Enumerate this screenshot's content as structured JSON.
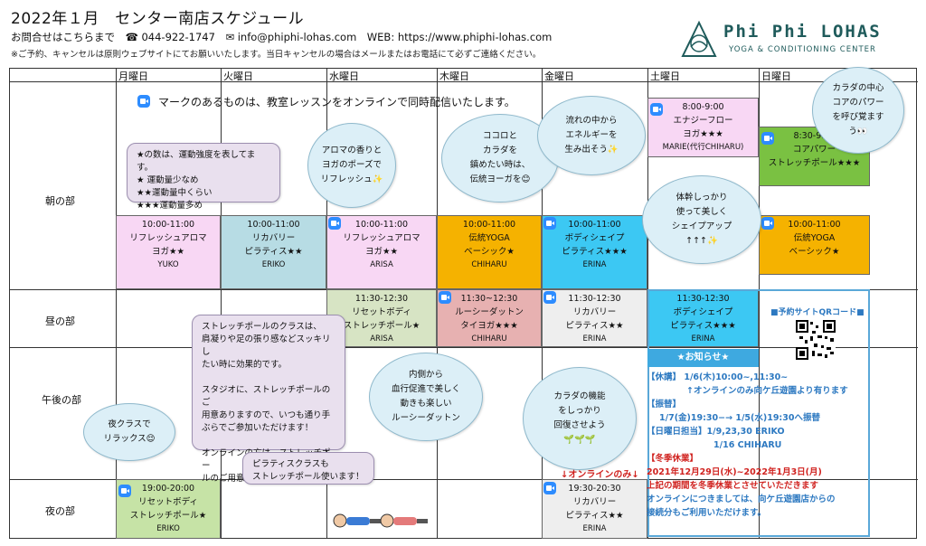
{
  "header": {
    "title": "2022年１月　センター南店スケジュール",
    "contact": "お問合せはこちらまで　☎ 044-922-1747　✉ info@phiphi-lohas.com　WEB: https://www.phiphi-lohas.com",
    "note": "※ご予約、キャンセルは原則ウェブサイトにてお願いいたします。当日キャンセルの場合はメールまたはお電話にて必ずご連絡ください。"
  },
  "logo": {
    "name": "Phi Phi LOHAS",
    "subtitle": "YOGA & CONDITIONING CENTER"
  },
  "days": [
    "月曜日",
    "火曜日",
    "水曜日",
    "木曜日",
    "金曜日",
    "土曜日",
    "日曜日"
  ],
  "rows": [
    "朝の部",
    "昼の部",
    "午後の部",
    "夜の部"
  ],
  "online_notice": "マークのあるものは、教室レッスンをオンラインで同時配信いたします。",
  "classes": {
    "mon_am": {
      "time": "10:00-11:00",
      "l1": "リフレッシュアロマ",
      "l2": "ヨガ★★",
      "ins": "YUKO"
    },
    "tue_am": {
      "time": "10:00-11:00",
      "l1": "リカバリー",
      "l2": "ピラティス★★",
      "ins": "ERIKO"
    },
    "wed_am": {
      "time": "10:00-11:00",
      "l1": "リフレッシュアロマ",
      "l2": "ヨガ★★",
      "ins": "ARISA"
    },
    "thu_am": {
      "time": "10:00-11:00",
      "l1": "伝統YOGA",
      "l2": "ベーシック★",
      "ins": "CHIHARU"
    },
    "fri_am": {
      "time": "10:00-11:00",
      "l1": "ボディシェイプ",
      "l2": "ピラティス★★★",
      "ins": "ERINA"
    },
    "sat_early": {
      "time": "8:00-9:00",
      "l1": "エナジーフロー",
      "l2": "ヨガ★★★",
      "ins": "MARIE(代行CHIHARU)"
    },
    "sun_early": {
      "time": "8:30-9:30",
      "l1": "コアパワー",
      "l2": "ストレッチポール★★★",
      "ins": ""
    },
    "sun_am": {
      "time": "10:00-11:00",
      "l1": "伝統YOGA",
      "l2": "ベーシック★",
      "ins": ""
    },
    "wed_noon": {
      "time": "11:30-12:30",
      "l1": "リセットボディ",
      "l2": "ストレッチポール★",
      "ins": "ARISA"
    },
    "thu_noon": {
      "time": "11:30~12:30",
      "l1": "ルーシーダットン",
      "l2": "タイヨガ★★★",
      "ins": "CHIHARU"
    },
    "fri_noon": {
      "time": "11:30-12:30",
      "l1": "リカバリー",
      "l2": "ピラティス★★",
      "ins": "ERINA"
    },
    "sat_noon": {
      "time": "11:30-12:30",
      "l1": "ボディシェイプ",
      "l2": "ピラティス★★★",
      "ins": "ERINA"
    },
    "mon_eve": {
      "time": "19:00-20:00",
      "l1": "リセットボディ",
      "l2": "ストレッチポール★",
      "ins": "ERIKO"
    },
    "fri_eve": {
      "time": "19:30-20:30",
      "l1": "リカバリー",
      "l2": "ピラティス★★",
      "ins": "ERINA"
    }
  },
  "bubbles": {
    "aroma": "アロマの香りと\nヨガのポーズで\nリフレッシュ✨",
    "kokoro": "ココロと\nカラダを\n鎮めたい時は、\n伝統ヨーガを😊",
    "flow": "流れの中から\nエネルギーを\n生み出そう✨",
    "core": "カラダの中心\nコアのパワー\nを呼び覚ます\nう👀",
    "taikan": "体幹しっかり\n使って美しく\nシェイプアップ\n↑↑↑✨",
    "ruesi": "内側から\n血行促進で美しく\n動きも楽しい\nルーシーダットン",
    "recovery": "カラダの機能\nをしっかり\n回復させよう\n🌱🌱🌱",
    "night": "夜クラスで\nリラックス😌"
  },
  "boxes": {
    "stars": "★の数は、運動強度を表してます。\n★ 運動量少なめ\n★★運動量中くらい\n★★★運動量多め",
    "pole": "ストレッチポールのクラスは、\n肩凝りや足の張り感などスッキリし\nたい時に効果的です。\n\nスタジオに、ストレッチポールのご\n用意ありますので、いつも通り手\nぶらでご参加いただけます！\n\nオンラインの方は、ストレッチポー\nルのご用意お願いいたします。",
    "pilates": "ピラティスクラスも\nストレッチポール使います！"
  },
  "qr_label": "■予約サイトQRコード■",
  "online_only": "↓オンラインのみ↓",
  "notice": {
    "title": "★お知らせ★",
    "kyuko_label": "【休講】",
    "kyuko_1": "1/6(木)10:00~,11:30~",
    "kyuko_2": "↑オンラインのみ向ケ丘遊園より有ります",
    "furikae_label": "【振替】",
    "furikae_1": "1/7(金)19:30−→ 1/5(水)19:30へ振替",
    "nichi_label": "【日曜日担当】",
    "nichi_1": "1/9,23,30 ERIKO",
    "nichi_2": "1/16 CHIHARU",
    "fuyu_label": "【冬季休業】",
    "fuyu_1": "2021年12月29日(水)~2022年1月3日(月)",
    "fuyu_2": "上記の期間を冬季休業とさせていただきます",
    "fuyu_3": "オンラインにつきましては、向ケ丘遊園店からの",
    "fuyu_4": "接続分もご利用いただけます。"
  },
  "colors": {
    "pink": "#f8d7f4",
    "blue": "#b7dce4",
    "mint": "#d7e4c4",
    "orange": "#f5b200",
    "cyan": "#3cc8f3",
    "green": "#7ac142",
    "rose": "#e7b1b1",
    "gray": "#eeeeee",
    "lightgreen": "#c6e3a6",
    "notice_blue": "#3ea9e0",
    "qr_border": "#5aa8d8"
  }
}
